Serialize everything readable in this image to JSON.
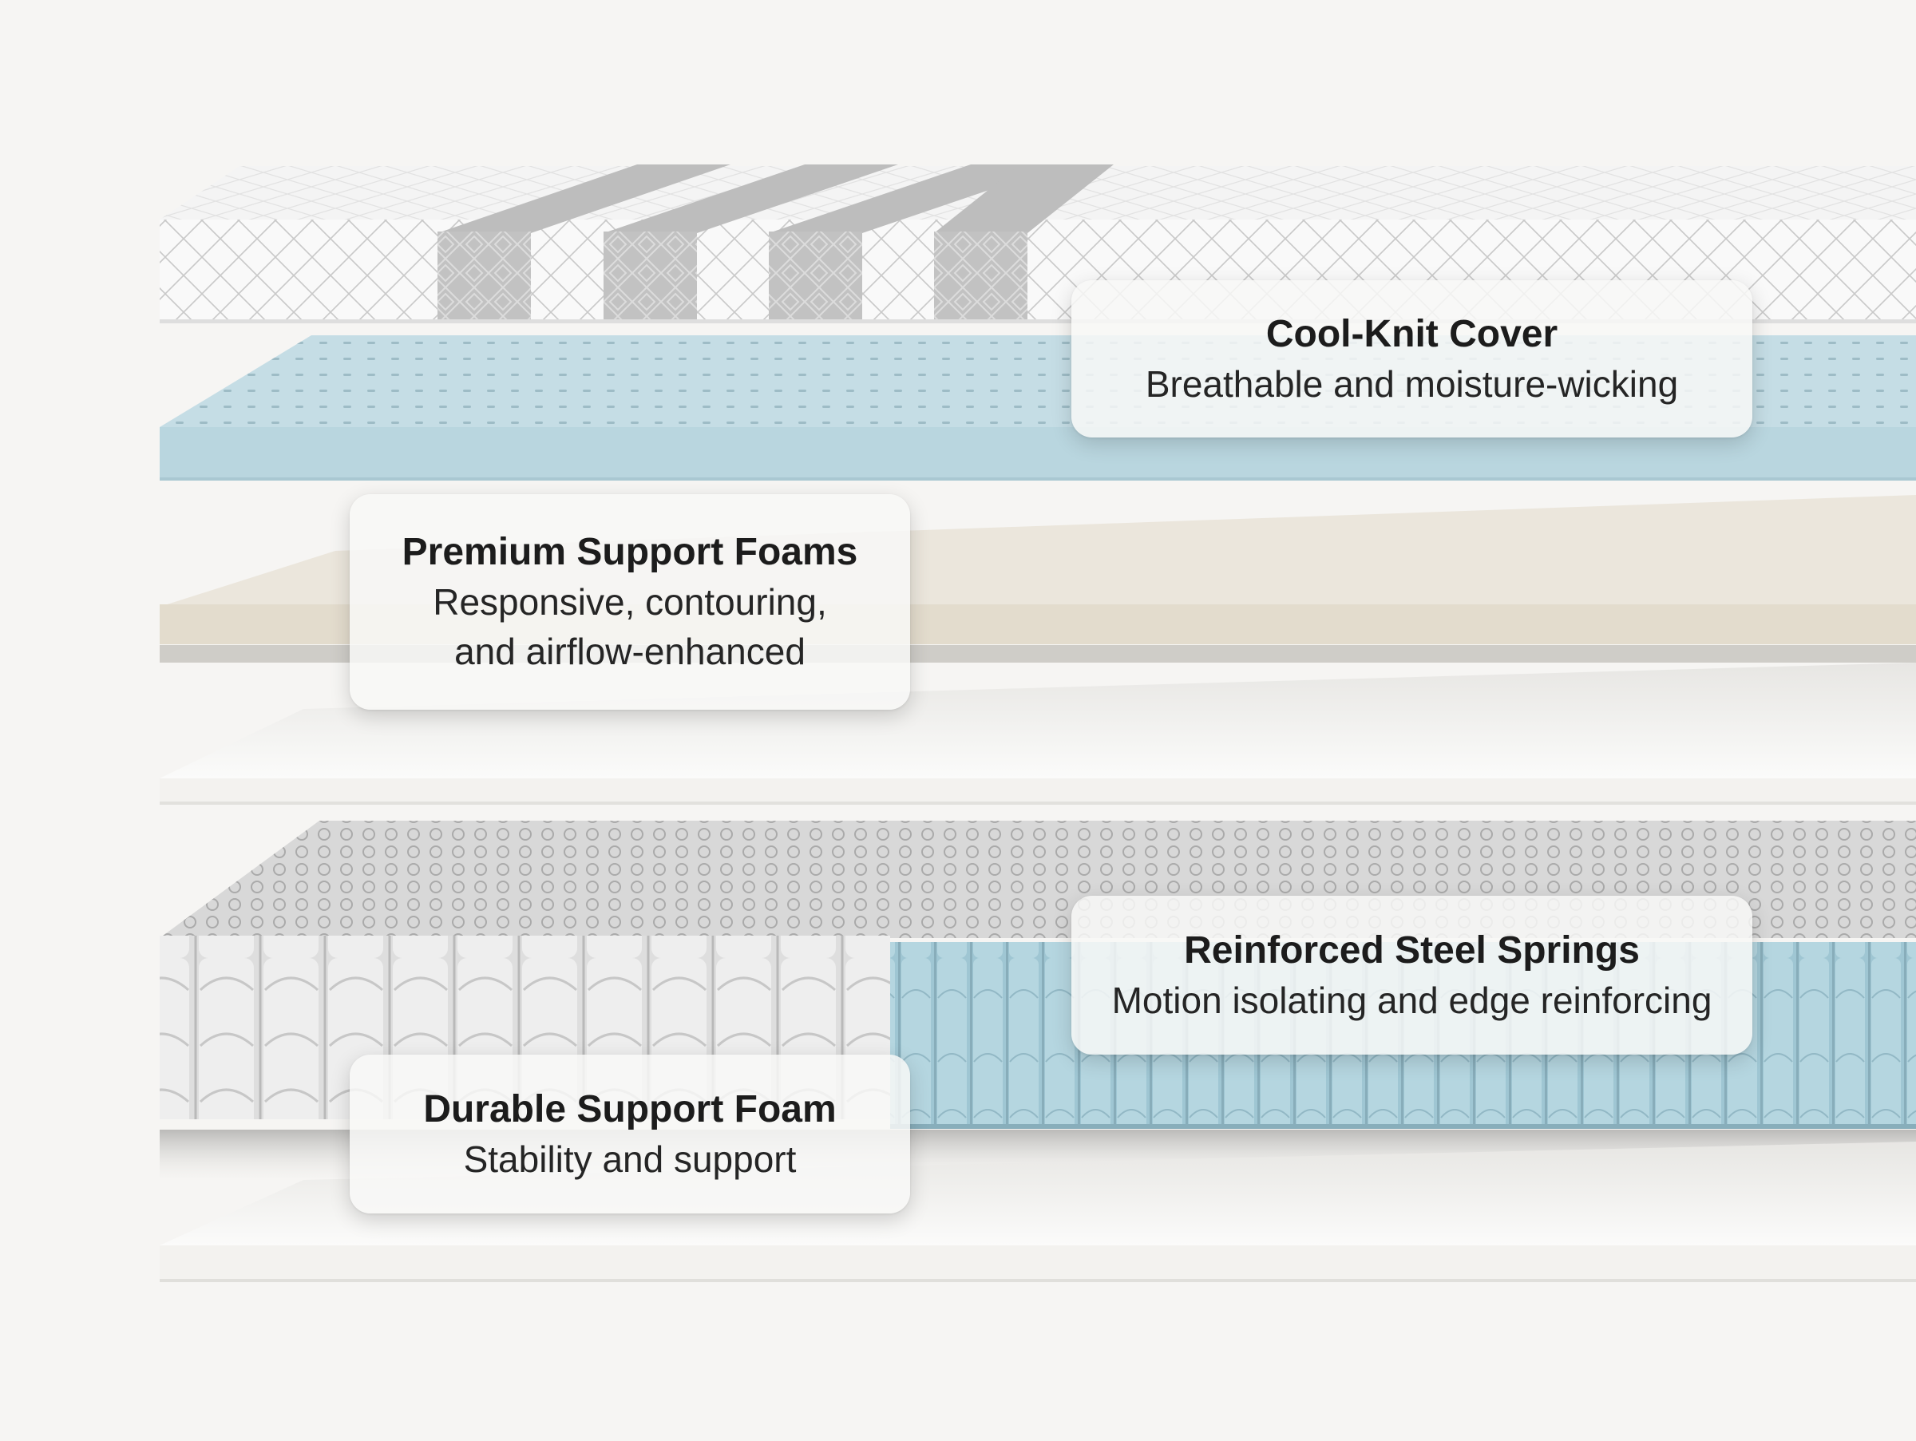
{
  "colors": {
    "background": "#f6f5f3",
    "cover": "#f7f7f7",
    "cover_stripes": "#b4b4b4",
    "gel_foam": "#b7d5df",
    "comfort_foam": "#e7e1d4",
    "white_foam": "#f2f1ee",
    "springs_gray": "#d3d3d3",
    "springs_blue": "#a9cdd9"
  },
  "callouts": {
    "cover": {
      "title": "Cool-Knit Cover",
      "description": "Breathable and moisture-wicking"
    },
    "foams": {
      "title": "Premium Support Foams",
      "description": "Responsive, contouring,\nand airflow-enhanced"
    },
    "springs": {
      "title": "Reinforced Steel Springs",
      "description": "Motion isolating and edge reinforcing"
    },
    "durable": {
      "title": "Durable Support Foam",
      "description": "Stability and support"
    }
  }
}
